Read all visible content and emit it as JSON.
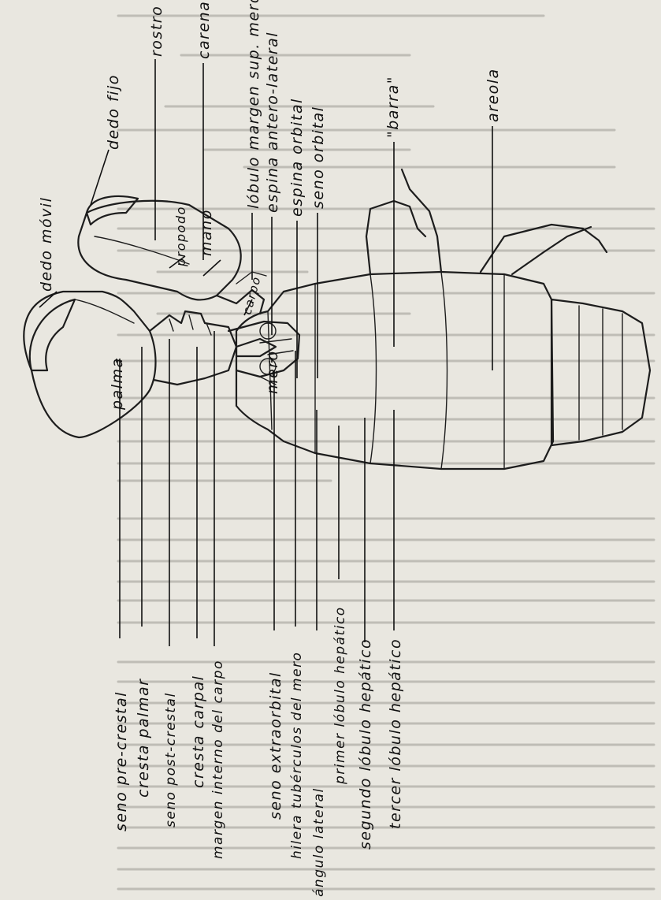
{
  "figure": {
    "background_color": "#e9e7e0",
    "ink_color": "#111111"
  },
  "labels": {
    "dedo_movil": "dedo móvil",
    "dedo_fijo": "dedo fijo",
    "propodo": "propodo",
    "rostro": "rostro",
    "mano": "mano",
    "carena": "carena",
    "carpo": "carpo",
    "lobulo_margen_sup_mero": "lóbulo margen sup. mero",
    "espina_antero_lateral": "espina antero-lateral",
    "espina_orbital": "espina orbital",
    "seno_orbital": "seno orbital",
    "barra": "\"barra\"",
    "areola": "areola",
    "palma": "palma",
    "mero": "mero",
    "seno_pre_crestal": "seno pre-crestal",
    "cresta_palmar": "cresta palmar",
    "seno_post_crestal": "seno post-crestal",
    "cresta_carpal": "cresta carpal",
    "margen_interno_del_carpo": "margen interno del carpo",
    "seno_extraorbital": "seno extraorbital",
    "hilera_tuberculos_del_mero": "hilera tubérculos del mero",
    "angulo_lateral": "ángulo lateral",
    "primer_lobulo_hepatico": "primer lóbulo hepático",
    "segundo_lobulo_hepatico": "segundo lóbulo hepático",
    "tercer_lobulo_hepatico": "tercer lóbulo hepático"
  }
}
